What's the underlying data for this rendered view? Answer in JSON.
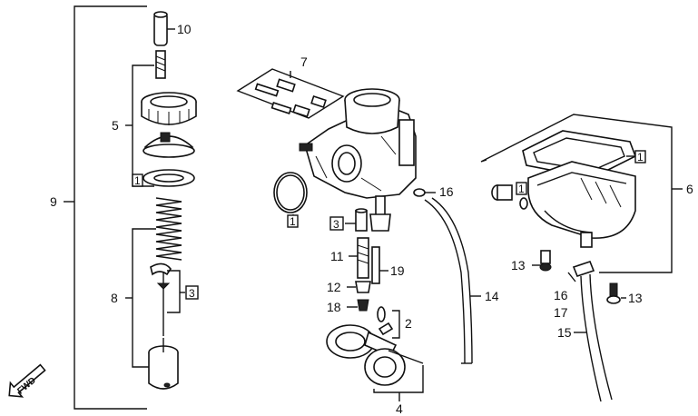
{
  "diagram": {
    "callouts": {
      "c1": "1",
      "c2": "2",
      "c3": "3",
      "c4": "4",
      "c5": "5",
      "c6": "6",
      "c7": "7",
      "c8": "8",
      "c9": "9",
      "c10": "10",
      "c11": "11",
      "c12": "12",
      "c13a": "13",
      "c13b": "13",
      "c14": "14",
      "c15": "15",
      "c16a": "16",
      "c16b": "16",
      "c17": "17",
      "c18": "18",
      "c19": "19"
    },
    "boxed": {
      "b1a": "1",
      "b1b": "1",
      "b1c": "1",
      "b1d": "1",
      "b3a": "3",
      "b3b": "3"
    },
    "fwd_label": "FWD"
  }
}
